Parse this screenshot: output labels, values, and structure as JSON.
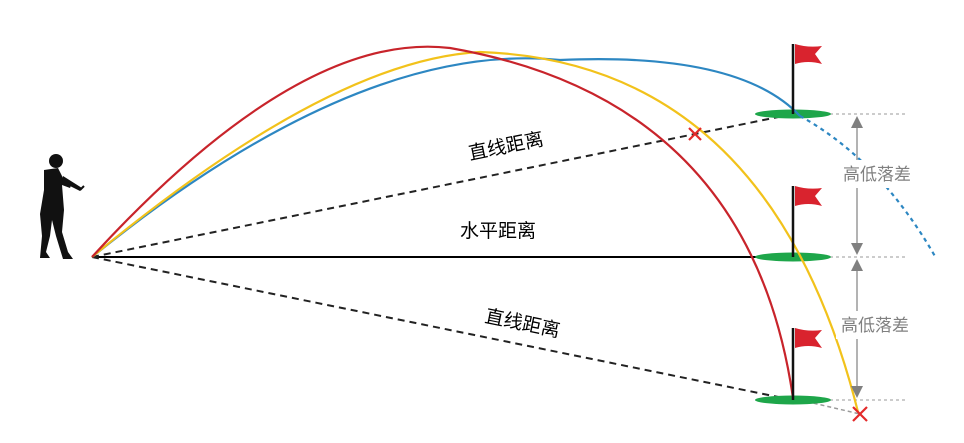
{
  "labels": {
    "straight_upper": "直线距离",
    "horizontal": "水平距离",
    "straight_lower": "直线距离",
    "elevation_upper": "高低落差",
    "elevation_lower": "高低落差"
  },
  "colors": {
    "red_trajectory": "#c8242b",
    "yellow_trajectory": "#f2c21b",
    "blue_trajectory": "#2d87c2",
    "flag": "#d9232e",
    "green": "#1ea64a",
    "marker": "#e32a2a",
    "dimension": "#808080"
  },
  "icons": [
    "golfer-silhouette-icon",
    "flag-icon",
    "cross-marker-icon",
    "arrow-up-icon",
    "arrow-down-icon"
  ]
}
